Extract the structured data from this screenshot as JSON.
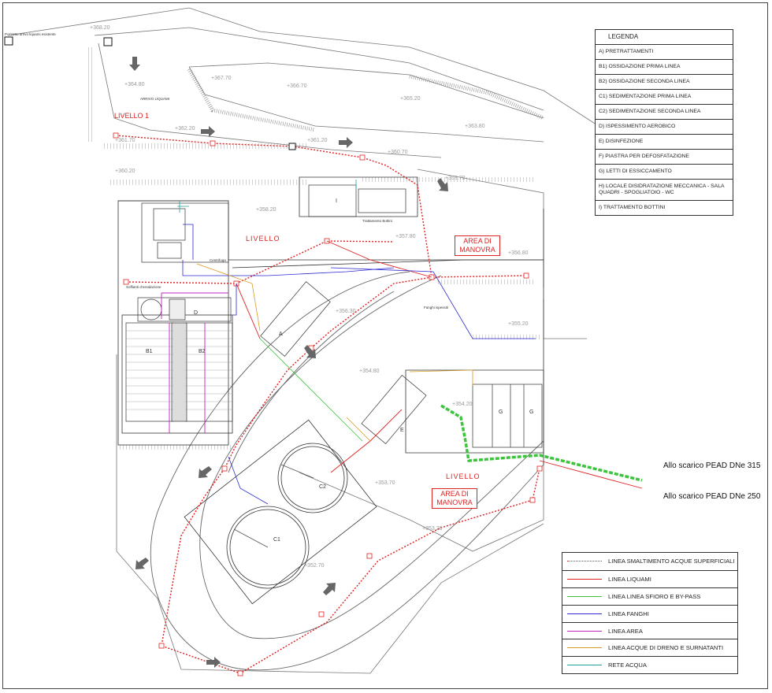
{
  "legend_top": {
    "title": "LEGENDA",
    "items": [
      "A) PRETRATTAMENTI",
      "B1) OSSIDAZIONE PRIMA LINEA",
      "B2) OSSIDAZIONE SECONDA LINEA",
      "C1) SEDIMENTAZIONE PRIMA LINEA",
      "C2) SEDIMENTAZIONE SECONDA LINEA",
      "D) ISPESSIMENTO AEROBICO",
      "E) DISINFEZIONE",
      "F) PIASTRA PER DEFOSFATAZIONE",
      "G) LETTI DI ESSICCAMENTO",
      "H) LOCALE DISIDRATAZIONE MECCANICA - SALA QUADRI - SPOGLIATOIO - WC",
      "I) TRATTAMENTO BOTTINI"
    ]
  },
  "legend_lines": [
    {
      "label": "LINEA SMALTIMENTO ACQUE SUPERFICIALI",
      "color": "#e02020",
      "style": "dotted"
    },
    {
      "label": "LINEA LIQUAMI",
      "color": "#e02020",
      "style": "solid"
    },
    {
      "label": "LINEA LINEA SFIORO E BY-PASS",
      "color": "#3cc43c",
      "style": "solid"
    },
    {
      "label": "LINEA FANGHI",
      "color": "#2a2ad0",
      "style": "solid"
    },
    {
      "label": "LINEA AREA",
      "color": "#c020c0",
      "style": "solid"
    },
    {
      "label": "LINEA ACQUE DI DRENO E SURNATANTI",
      "color": "#d89a20",
      "style": "solid"
    },
    {
      "label": "RETE ACQUA",
      "color": "#20a0a0",
      "style": "solid"
    }
  ],
  "labels": {
    "livello1": "LIVELLO 1",
    "livello_top": "LIVELLO",
    "livello_bottom": "LIVELLO",
    "area_manovra_1": "AREA DI MANOVRA",
    "area_manovra_2": "AREA DI MANOVRA",
    "scarico_315": "Allo scarico PEAD DNe 315",
    "scarico_250": "Allo scarico PEAD DNe 250"
  },
  "units": {
    "A": "A",
    "B1": "B1",
    "B2": "B2",
    "C1": "C1",
    "C2": "C2",
    "D": "D",
    "E": "E",
    "G1": "G",
    "G2": "G",
    "I": "I"
  },
  "elevations": [
    "+368.20",
    "+367.70",
    "+366.70",
    "+365.20",
    "+364.80",
    "+363.80",
    "+362.20",
    "+361.70",
    "+361.20",
    "+360.70",
    "+360.20",
    "+359.70",
    "+358.20",
    "+357.80",
    "+356.80",
    "+356.30",
    "+355.20",
    "+354.80",
    "+354.20",
    "+353.70",
    "+353.20",
    "+352.70"
  ],
  "notes": {
    "pozzetto": "Pozzetto arrivo liquami esistente",
    "arrivo": "ARRIVO LIQUAMI",
    "trattamento_bottini": "Trattamento Bottini",
    "fanghi_ispessiti": "Fanghi ispessiti",
    "centrifuga": "Centrifuga",
    "soffianti": "Soffianti d'ossidazione"
  }
}
